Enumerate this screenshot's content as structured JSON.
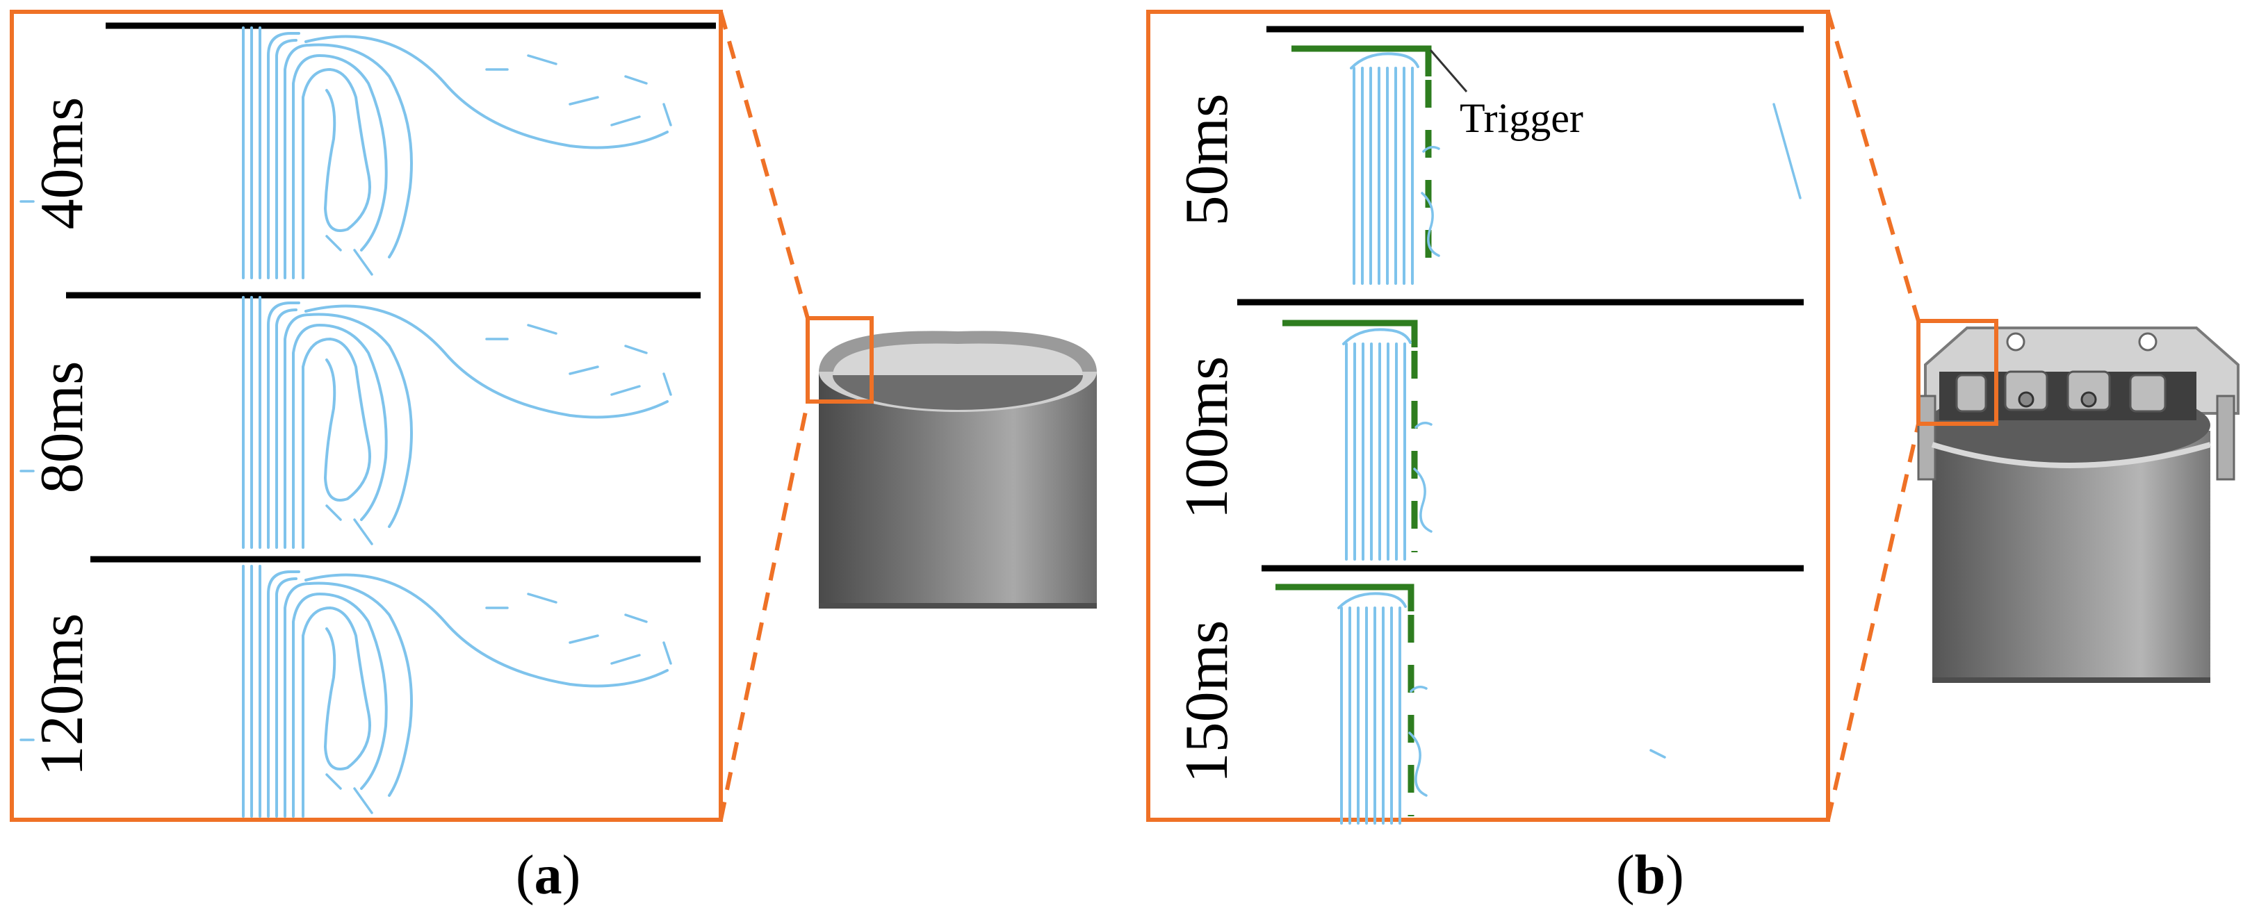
{
  "panel_a": {
    "caption": "a",
    "frames": [
      {
        "time": "40ms"
      },
      {
        "time": "80ms"
      },
      {
        "time": "120ms"
      }
    ]
  },
  "panel_b": {
    "caption": "b",
    "trigger_label": "Trigger",
    "frames": [
      {
        "time": "50ms"
      },
      {
        "time": "100ms"
      },
      {
        "time": "150ms"
      }
    ]
  },
  "colors": {
    "frame_border": "#ef7126",
    "streamline": "#7ec3ec",
    "trigger": "#2e7d1f",
    "wall": "#000000"
  }
}
